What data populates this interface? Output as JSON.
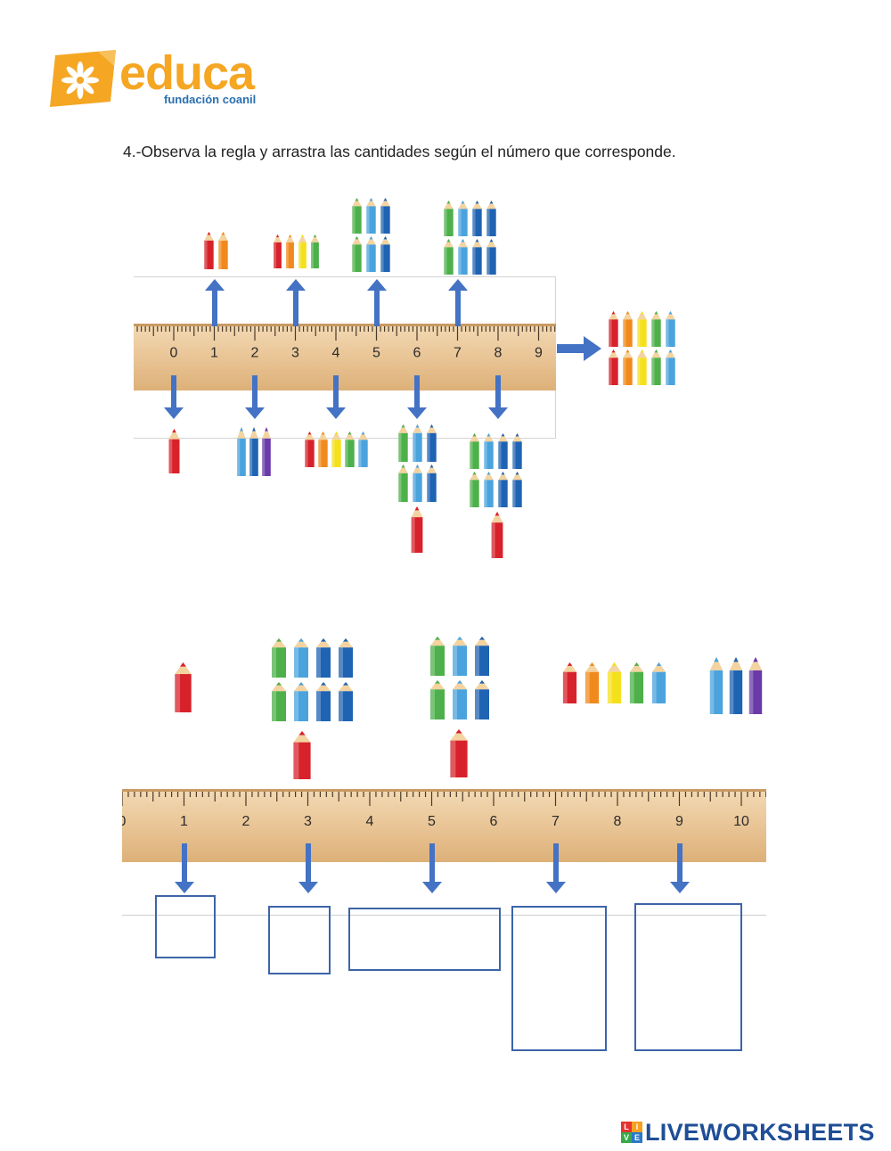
{
  "header": {
    "brand_name": "educa",
    "brand_subtitle": "fundación coanil"
  },
  "instruction": "4.-Observa la regla y arrastra  las cantidades según el  número que corresponde.",
  "ruler": {
    "numbers": [
      "0",
      "1",
      "2",
      "3",
      "4",
      "5",
      "6",
      "7",
      "8",
      "9",
      "10"
    ]
  },
  "example": {
    "up_groups": [
      {
        "number": 2,
        "colors": [
          "#d7222b",
          "#f08a1c"
        ]
      },
      {
        "number": 4,
        "colors": [
          "#d7222b",
          "#f08a1c",
          "#f4e11c",
          "#4db04a"
        ]
      },
      {
        "number": 6,
        "colors": [
          "#4db04a",
          "#4aa3dd",
          "#1f63b3",
          "#4db04a",
          "#4aa3dd",
          "#1f63b3"
        ]
      },
      {
        "number": 8,
        "colors": [
          "#4db04a",
          "#4aa3dd",
          "#1f63b3",
          "#1f63b3",
          "#4db04a",
          "#4aa3dd",
          "#1f63b3",
          "#1f63b3"
        ]
      }
    ],
    "down_groups": [
      {
        "number": 1,
        "colors": [
          "#d7222b"
        ]
      },
      {
        "number": 3,
        "colors": [
          "#4aa3dd",
          "#1f63b3",
          "#6a3aa8"
        ]
      },
      {
        "number": 5,
        "colors": [
          "#d7222b",
          "#f08a1c",
          "#f4e11c",
          "#4db04a",
          "#4aa3dd"
        ]
      },
      {
        "number": 7,
        "colors": [
          "#4db04a",
          "#4aa3dd",
          "#1f63b3",
          "#4db04a",
          "#4aa3dd",
          "#1f63b3",
          "#d7222b"
        ]
      },
      {
        "number": 9,
        "colors": [
          "#4db04a",
          "#4aa3dd",
          "#1f63b3",
          "#1f63b3",
          "#4db04a",
          "#4aa3dd",
          "#1f63b3",
          "#1f63b3",
          "#d7222b"
        ]
      }
    ],
    "side_group": {
      "number": 10,
      "colors": [
        "#d7222b",
        "#f08a1c",
        "#f4e11c",
        "#4db04a",
        "#4aa3dd",
        "#d7222b",
        "#f08a1c",
        "#f4e11c",
        "#4db04a",
        "#4aa3dd"
      ]
    }
  },
  "draggables": [
    {
      "count": 1,
      "colors": [
        "#d7222b"
      ]
    },
    {
      "count": 9,
      "colors": [
        "#4db04a",
        "#4aa3dd",
        "#1f63b3",
        "#1f63b3",
        "#4db04a",
        "#4aa3dd",
        "#1f63b3",
        "#1f63b3",
        "#d7222b"
      ]
    },
    {
      "count": 7,
      "colors": [
        "#4db04a",
        "#4aa3dd",
        "#1f63b3",
        "#4db04a",
        "#4aa3dd",
        "#1f63b3",
        "#d7222b"
      ]
    },
    {
      "count": 5,
      "colors": [
        "#d7222b",
        "#f08a1c",
        "#f4e11c",
        "#4db04a",
        "#4aa3dd"
      ]
    },
    {
      "count": 3,
      "colors": [
        "#4aa3dd",
        "#1f63b3",
        "#6a3aa8"
      ]
    }
  ],
  "drop_targets": [
    {
      "number": 1
    },
    {
      "number": 3
    },
    {
      "number": 5
    },
    {
      "number": 7
    },
    {
      "number": 9
    }
  ],
  "colors": {
    "brand_orange": "#f5a623",
    "brand_blue": "#2a6fb0",
    "arrow_blue": "#4472c4",
    "ruler_wood": "#e9c596",
    "drop_border": "#3d64a8"
  },
  "footer": {
    "brand": "LIVEWORKSHEETS",
    "badge_letters": [
      "L",
      "I",
      "V",
      "E"
    ]
  }
}
